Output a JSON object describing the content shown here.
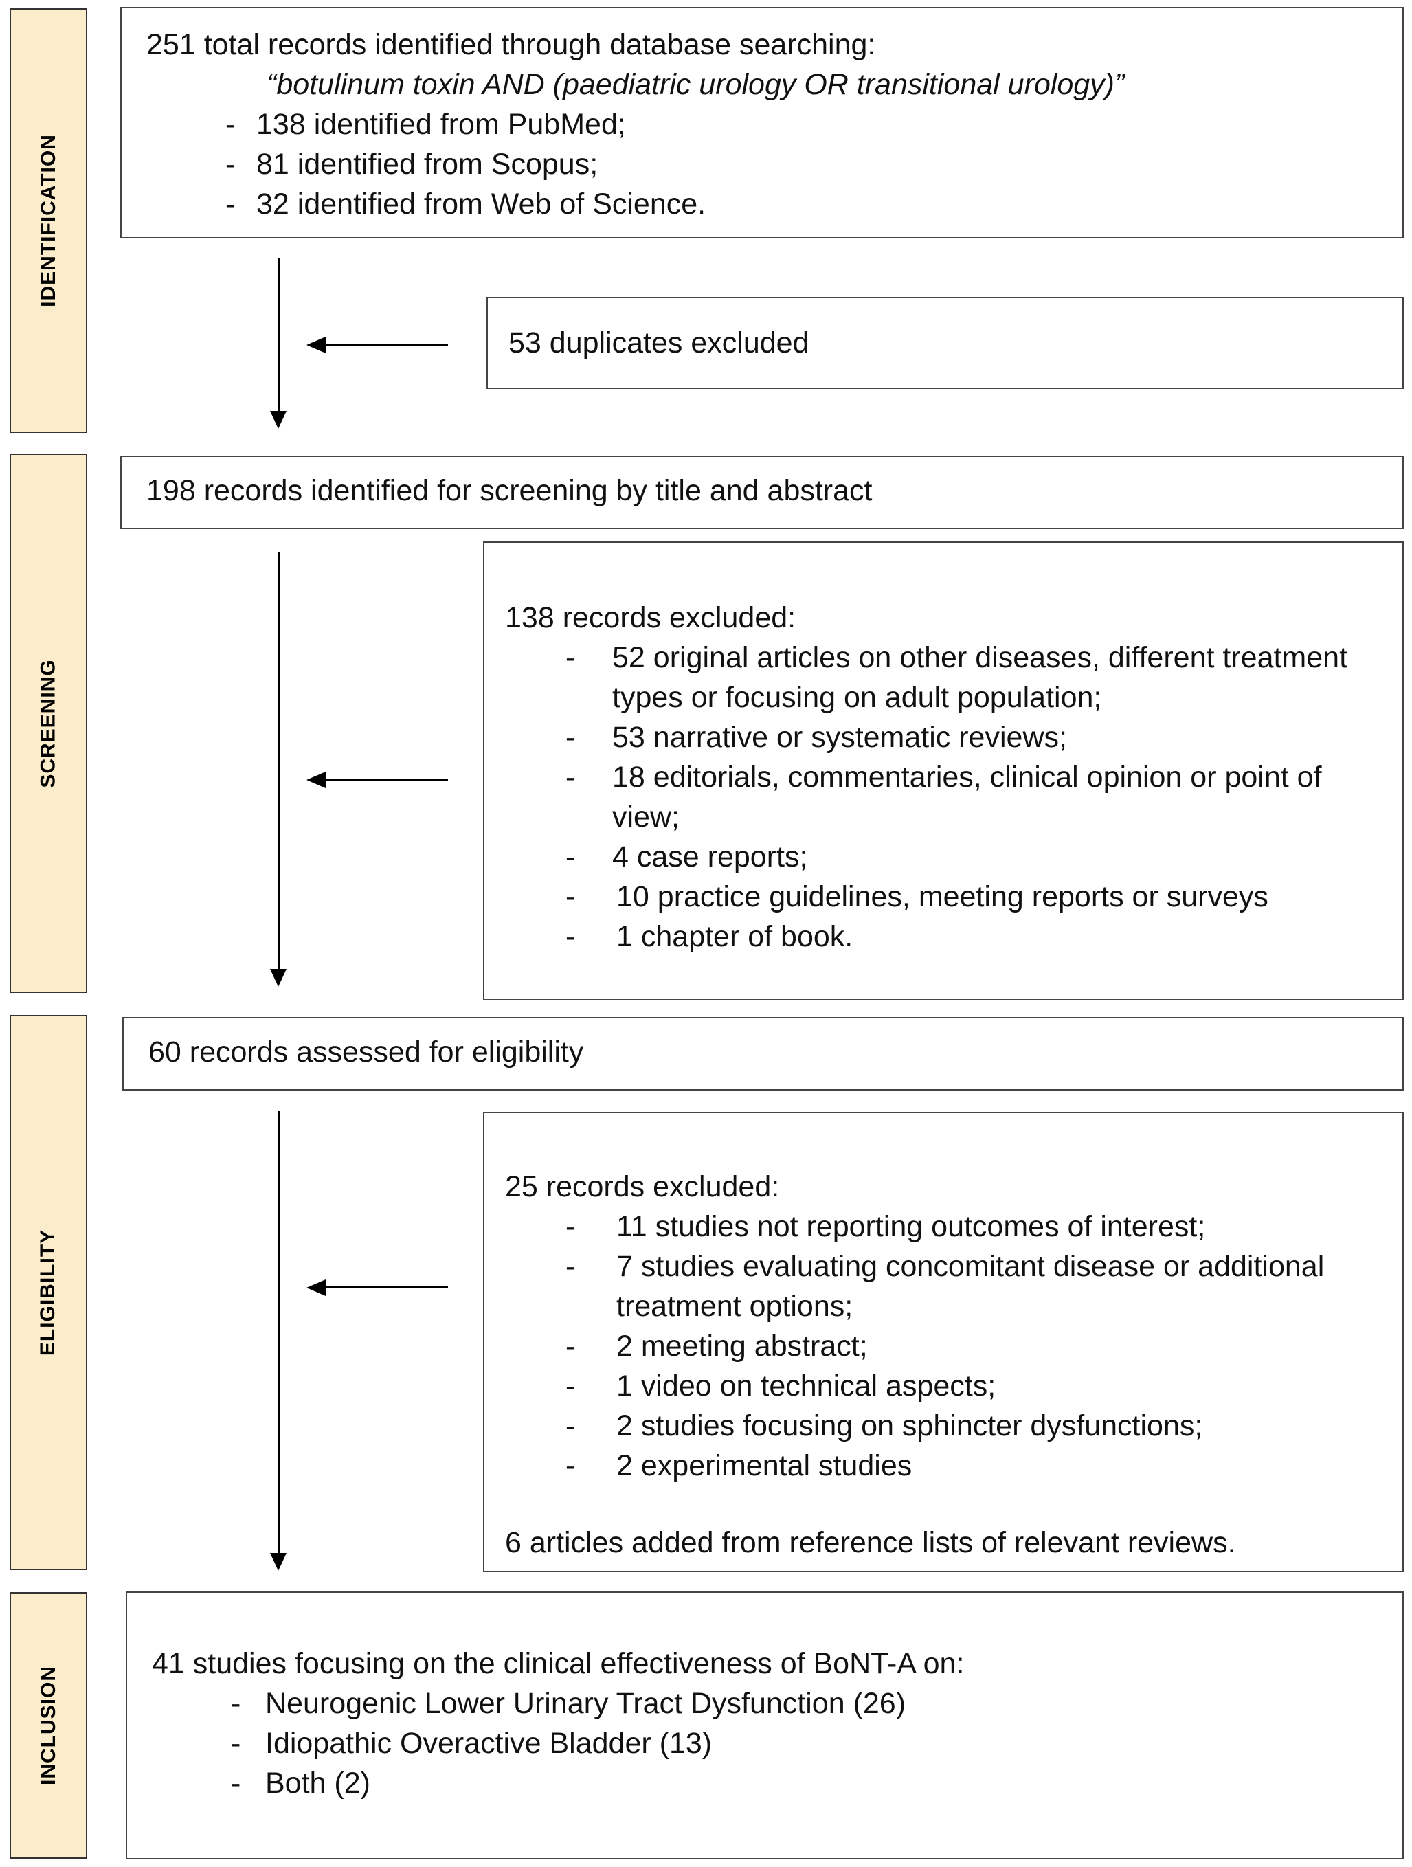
{
  "stages": {
    "identification": "IDENTIFICATION",
    "screening": "SCREENING",
    "eligibility": "ELIGIBILITY",
    "inclusion": "INCLUSION"
  },
  "identification": {
    "line1": "251 total records identified through database searching:",
    "query": "“botulinum toxin AND (paediatric urology OR transitional urology)”",
    "items": [
      "138 identified from PubMed;",
      "81 identified from Scopus;",
      "32 identified from Web of Science."
    ]
  },
  "duplicates": {
    "text": "53 duplicates excluded"
  },
  "screening": {
    "text": "198 records identified for screening by title and abstract"
  },
  "screening_excluded": {
    "title": "138 records excluded:",
    "items": [
      "52 original articles on other diseases, different treatment types or focusing on adult population;",
      "53 narrative or systematic reviews;",
      "18 editorials, commentaries, clinical opinion or point of view;",
      "4 case reports;",
      "10 practice guidelines, meeting reports or surveys",
      "1 chapter of book."
    ]
  },
  "eligibility": {
    "text": "60 records assessed for eligibility"
  },
  "eligibility_excluded": {
    "title": "25 records excluded:",
    "items": [
      "11 studies not reporting outcomes of interest;",
      "7 studies evaluating concomitant disease or additional treatment options;",
      "2 meeting abstract;",
      "1 video on technical aspects;",
      "2 studies focusing on sphincter dysfunctions;",
      "2 experimental studies"
    ],
    "added": "6 articles added from reference lists of relevant reviews."
  },
  "inclusion": {
    "title": "41 studies focusing on the clinical effectiveness of BoNT-A on:",
    "items": [
      "Neurogenic Lower Urinary Tract Dysfunction (26)",
      "Idiopathic Overactive Bladder (13)",
      "Both (2)"
    ]
  },
  "dash": "-"
}
